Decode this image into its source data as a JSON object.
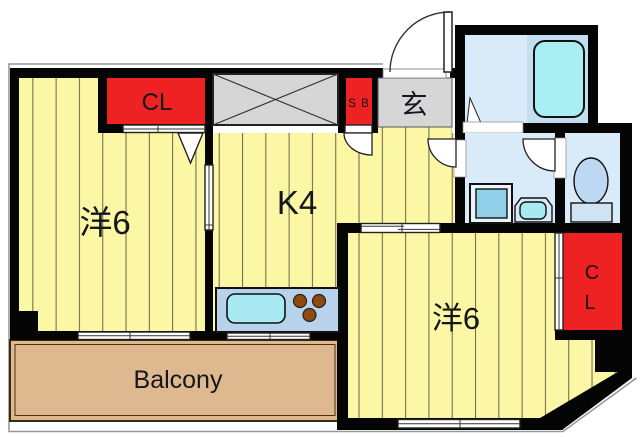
{
  "meta": {
    "type": "apartment-floorplan"
  },
  "labels": {
    "left_room": "洋6",
    "kitchen": "K4",
    "right_room": "洋6",
    "closet_left": "CL",
    "closet_right_top": "C",
    "closet_right_bottom": "L",
    "shoe_box": "S B",
    "entrance": "玄",
    "balcony": "Balcony"
  },
  "colors": {
    "wall": "#050505",
    "tatami_floor": "#FBF7A5",
    "tatami_line": "#6E6E4E",
    "accent_red": "#EE2222",
    "gray_box": "#D6D6D6",
    "wet_area_blue": "#D9EAF8",
    "bathtub_panel": "#C3DDF1",
    "bathtub_cyan": "#A8EEF2",
    "kitchen_counter": "#B7D2EA",
    "kitchen_sink": "#A9E9F1",
    "burner_brown": "#8F4A10",
    "washer_drum": "#8FD0E8",
    "toilet_blue": "#BCD8F2",
    "balcony_tan": "#DEB88E",
    "property_line": "#999999"
  }
}
